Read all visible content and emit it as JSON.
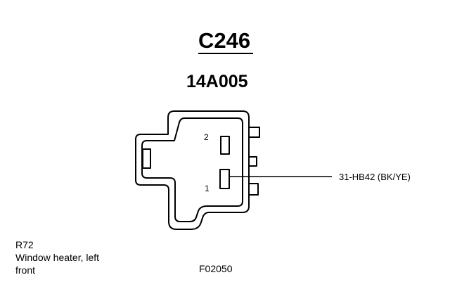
{
  "connector": {
    "id": "C246",
    "part_number": "14A005"
  },
  "pins": [
    {
      "number": "2",
      "circuit": ""
    },
    {
      "number": "1",
      "circuit": "31-HB42 (BK/YE)"
    }
  ],
  "component": {
    "ref": "R72",
    "description_line1": "Window heater, left",
    "description_line2": "front"
  },
  "figure_code": "F02050"
}
